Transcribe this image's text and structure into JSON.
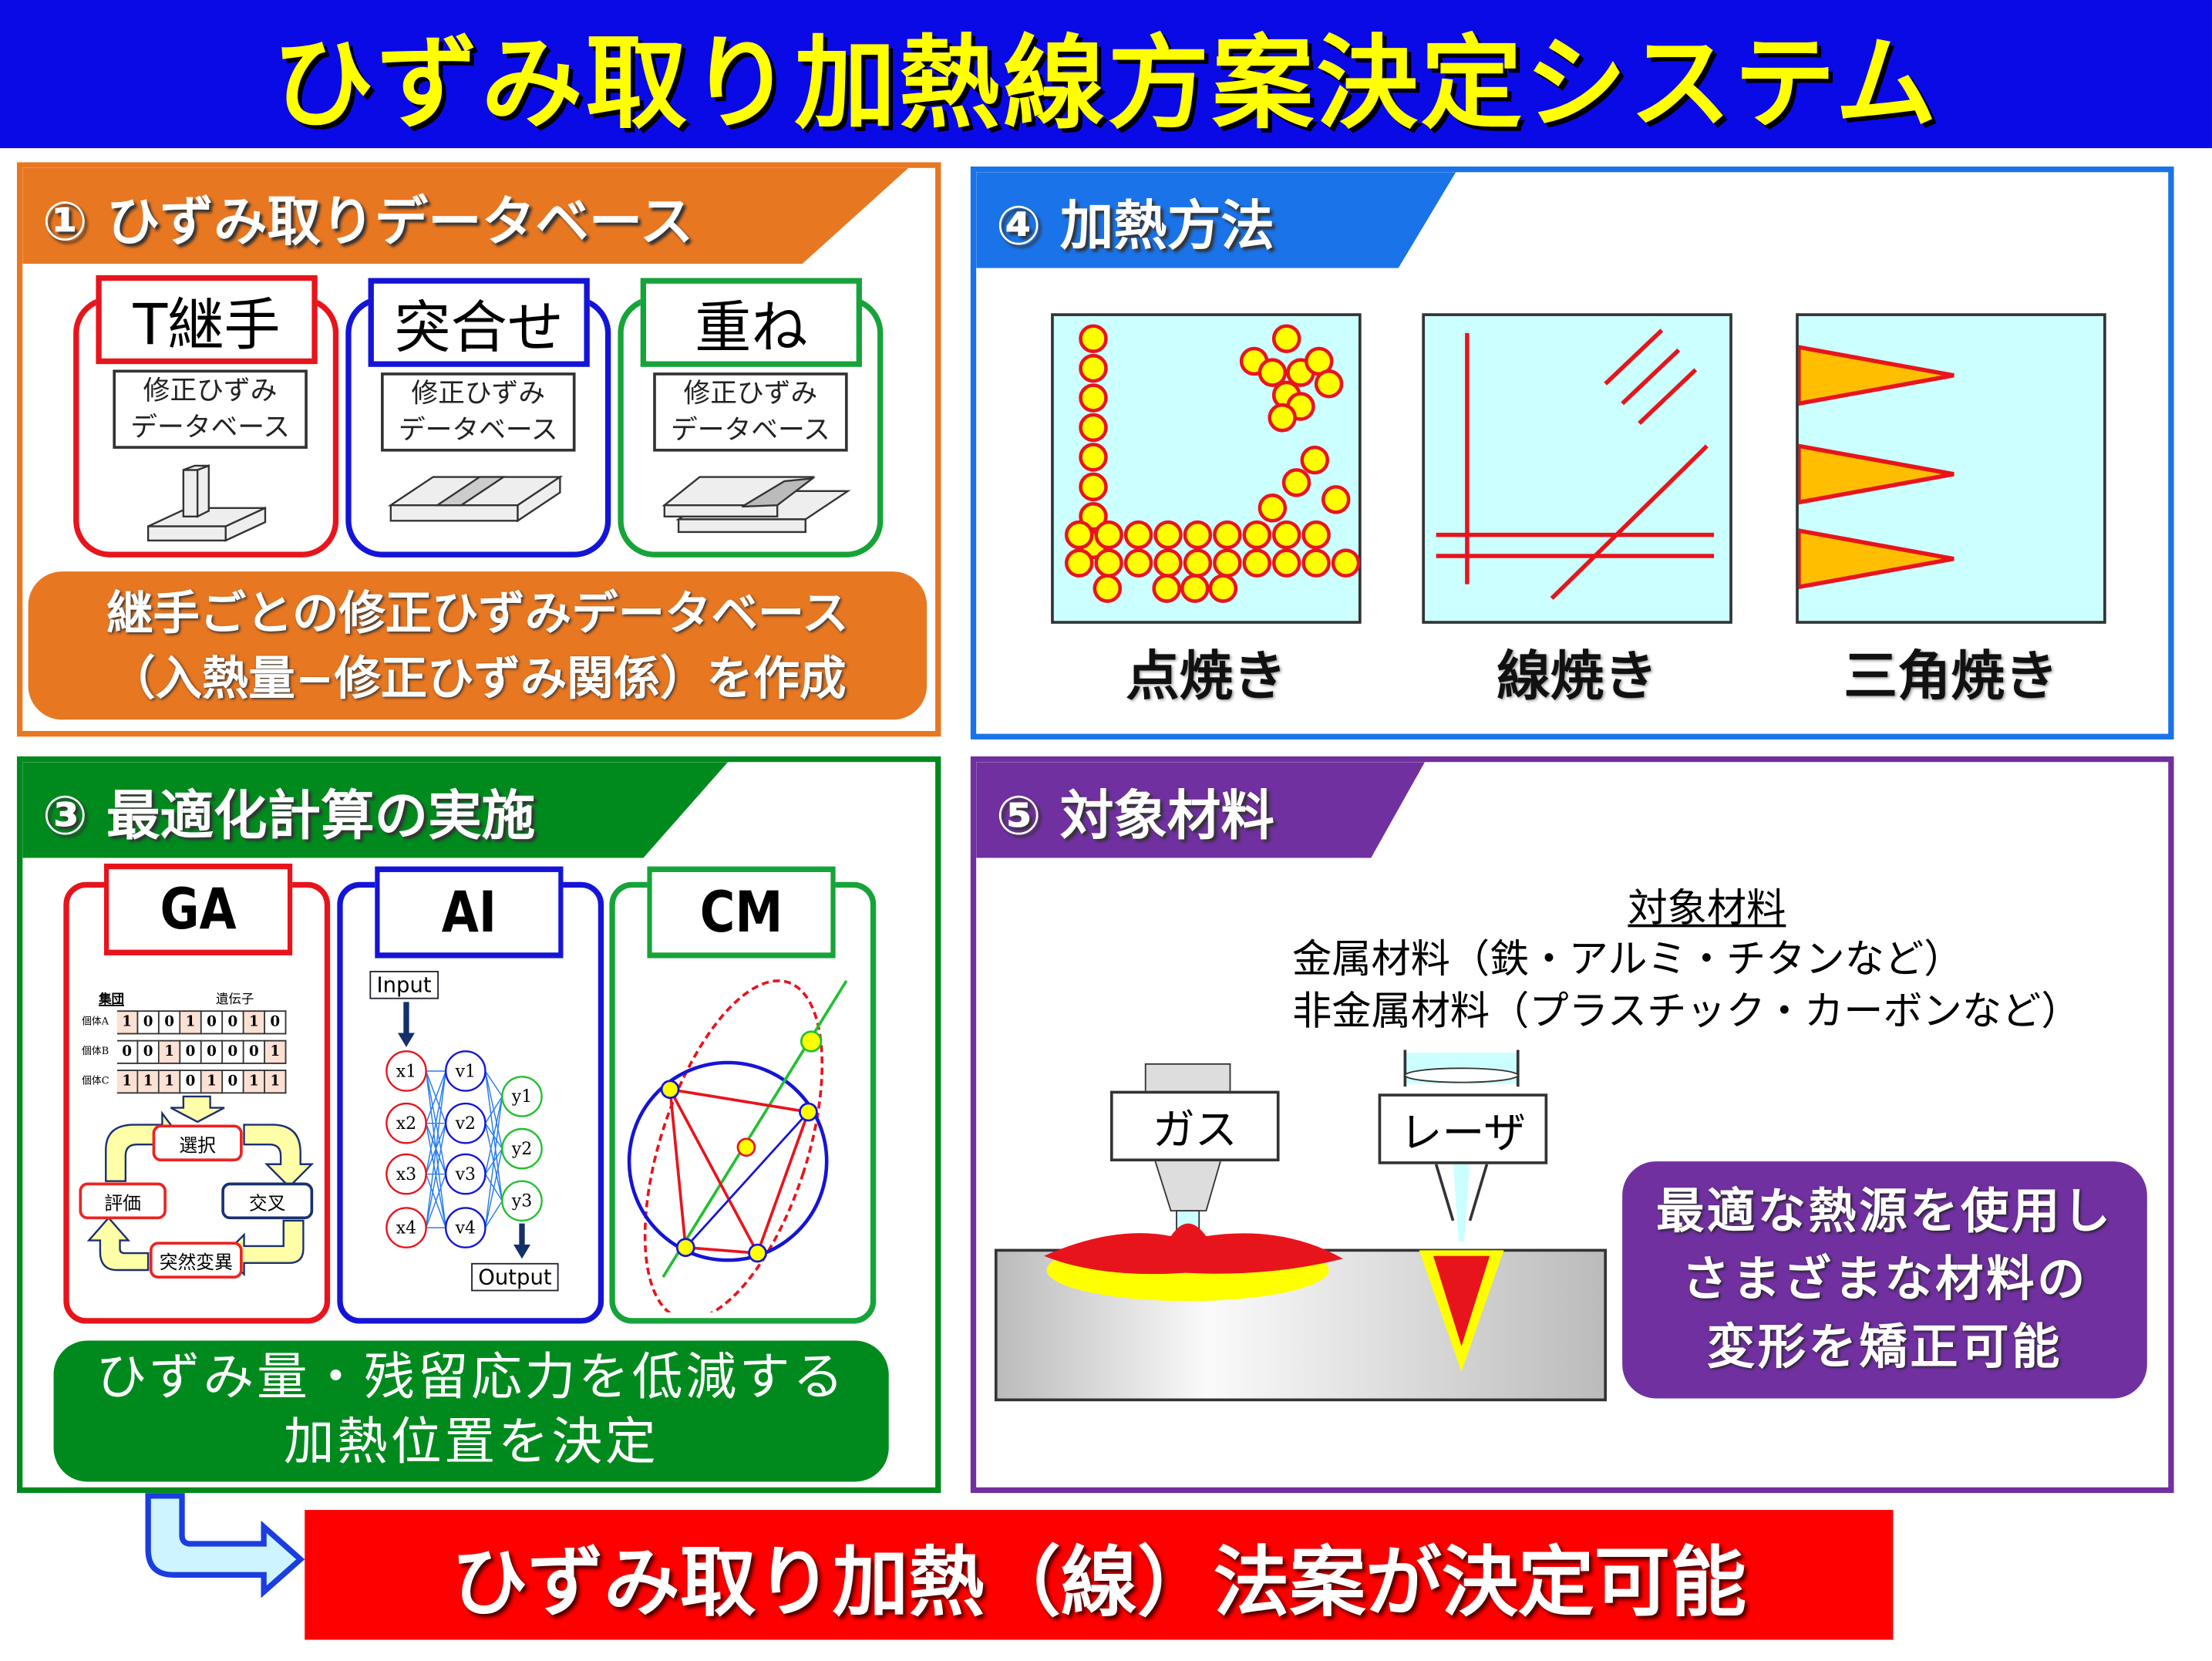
{
  "title": "ひずみ取り加熱線方案決定システム",
  "panel1": {
    "header": "① ひずみ取りデータベース",
    "cards": [
      {
        "label": "T継手",
        "sub1": "修正ひずみ",
        "sub2": "データベース",
        "color": "#e8141c"
      },
      {
        "label": "突合せ",
        "sub1": "修正ひずみ",
        "sub2": "データベース",
        "color": "#1414d8"
      },
      {
        "label": "重ね",
        "sub1": "修正ひずみ",
        "sub2": "データベース",
        "color": "#16a33a"
      }
    ],
    "summary1": "継手ごとの修正ひずみデータベース",
    "summary2": "（入熱量−修正ひずみ関係）を作成",
    "color": "#e87722"
  },
  "panel4": {
    "header": "④ 加熱方法",
    "methods": [
      "点焼き",
      "線焼き",
      "三角焼き"
    ],
    "color": "#1a73e8"
  },
  "panel3": {
    "header": "③ 最適化計算の実施",
    "cards": [
      "GA",
      "AI",
      "CM"
    ],
    "ga": {
      "group_label": "集団",
      "gene_label": "遺伝子",
      "rows": [
        {
          "name": "個体A",
          "bits": [
            1,
            0,
            0,
            1,
            0,
            0,
            1,
            0
          ]
        },
        {
          "name": "個体B",
          "bits": [
            0,
            0,
            1,
            0,
            0,
            0,
            0,
            1
          ]
        },
        {
          "name": "個体C",
          "bits": [
            1,
            1,
            1,
            0,
            1,
            0,
            1,
            1
          ]
        }
      ],
      "steps": {
        "select": "選択",
        "crossover": "交叉",
        "mutation": "突然変異",
        "evaluate": "評価"
      }
    },
    "ai": {
      "input": "Input",
      "output": "Output",
      "x": [
        "x1",
        "x2",
        "x3",
        "x4"
      ],
      "v": [
        "v1",
        "v2",
        "v3",
        "v4"
      ],
      "y": [
        "y1",
        "y2",
        "y3"
      ]
    },
    "summary1": "ひずみ量・残留応力を低減する",
    "summary2": "加熱位置を決定",
    "color": "#008a1e"
  },
  "panel5": {
    "header": "⑤ 対象材料",
    "materials_title": "対象材料",
    "materials1": "金属材料（鉄・アルミ・チタンなど）",
    "materials2": "非金属材料（プラスチック・カーボンなど）",
    "gas": "ガス",
    "laser": "レーザ",
    "summary1": "最適な熱源を使用し",
    "summary2": "さまざまな材料の",
    "summary3": "変形を矯正可能",
    "color": "#7030a0"
  },
  "conclusion": "ひずみ取り加熱（線）法案が決定可能"
}
